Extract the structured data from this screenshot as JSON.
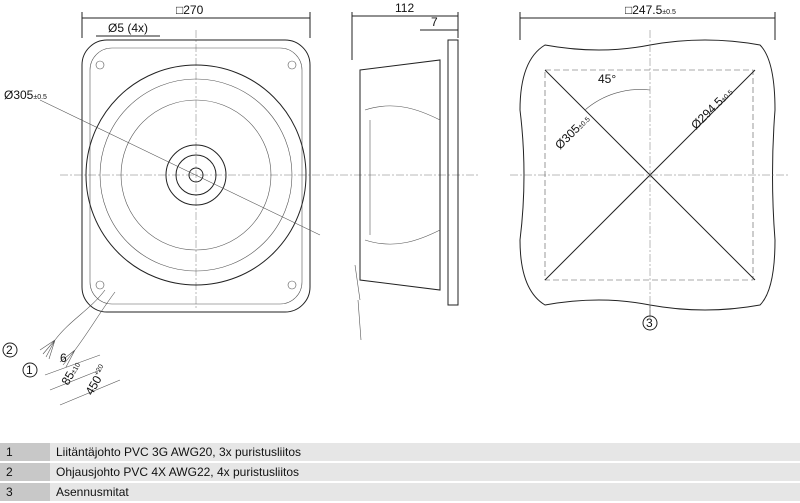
{
  "front_view": {
    "width_label": "□270",
    "holes_label": "Ø5 (4x)",
    "diameter_label": "Ø305",
    "diameter_tol": "±0.5",
    "strip_label": "6",
    "cable_end_label": "85",
    "cable_end_tol": "±10",
    "cable_len_label": "450",
    "cable_len_tol": "+20",
    "callout_1": "1",
    "callout_2": "2"
  },
  "side_view": {
    "depth_label": "112",
    "flange_label": "7"
  },
  "mounting_view": {
    "square_label": "□247.5",
    "square_tol": "±0.5",
    "angle_label": "45°",
    "diameter1_label": "Ø305",
    "diameter1_tol": "±0.5",
    "diameter2_label": "Ø294.5",
    "diameter2_tol": "±0.5",
    "callout_3": "3"
  },
  "legend": [
    {
      "num": "1",
      "text": "Liitäntäjohto PVC 3G AWG20, 3x puristusliitos"
    },
    {
      "num": "2",
      "text": "Ohjausjohto PVC 4X AWG22, 4x puristusliitos"
    },
    {
      "num": "3",
      "text": "Asennusmitat"
    }
  ]
}
